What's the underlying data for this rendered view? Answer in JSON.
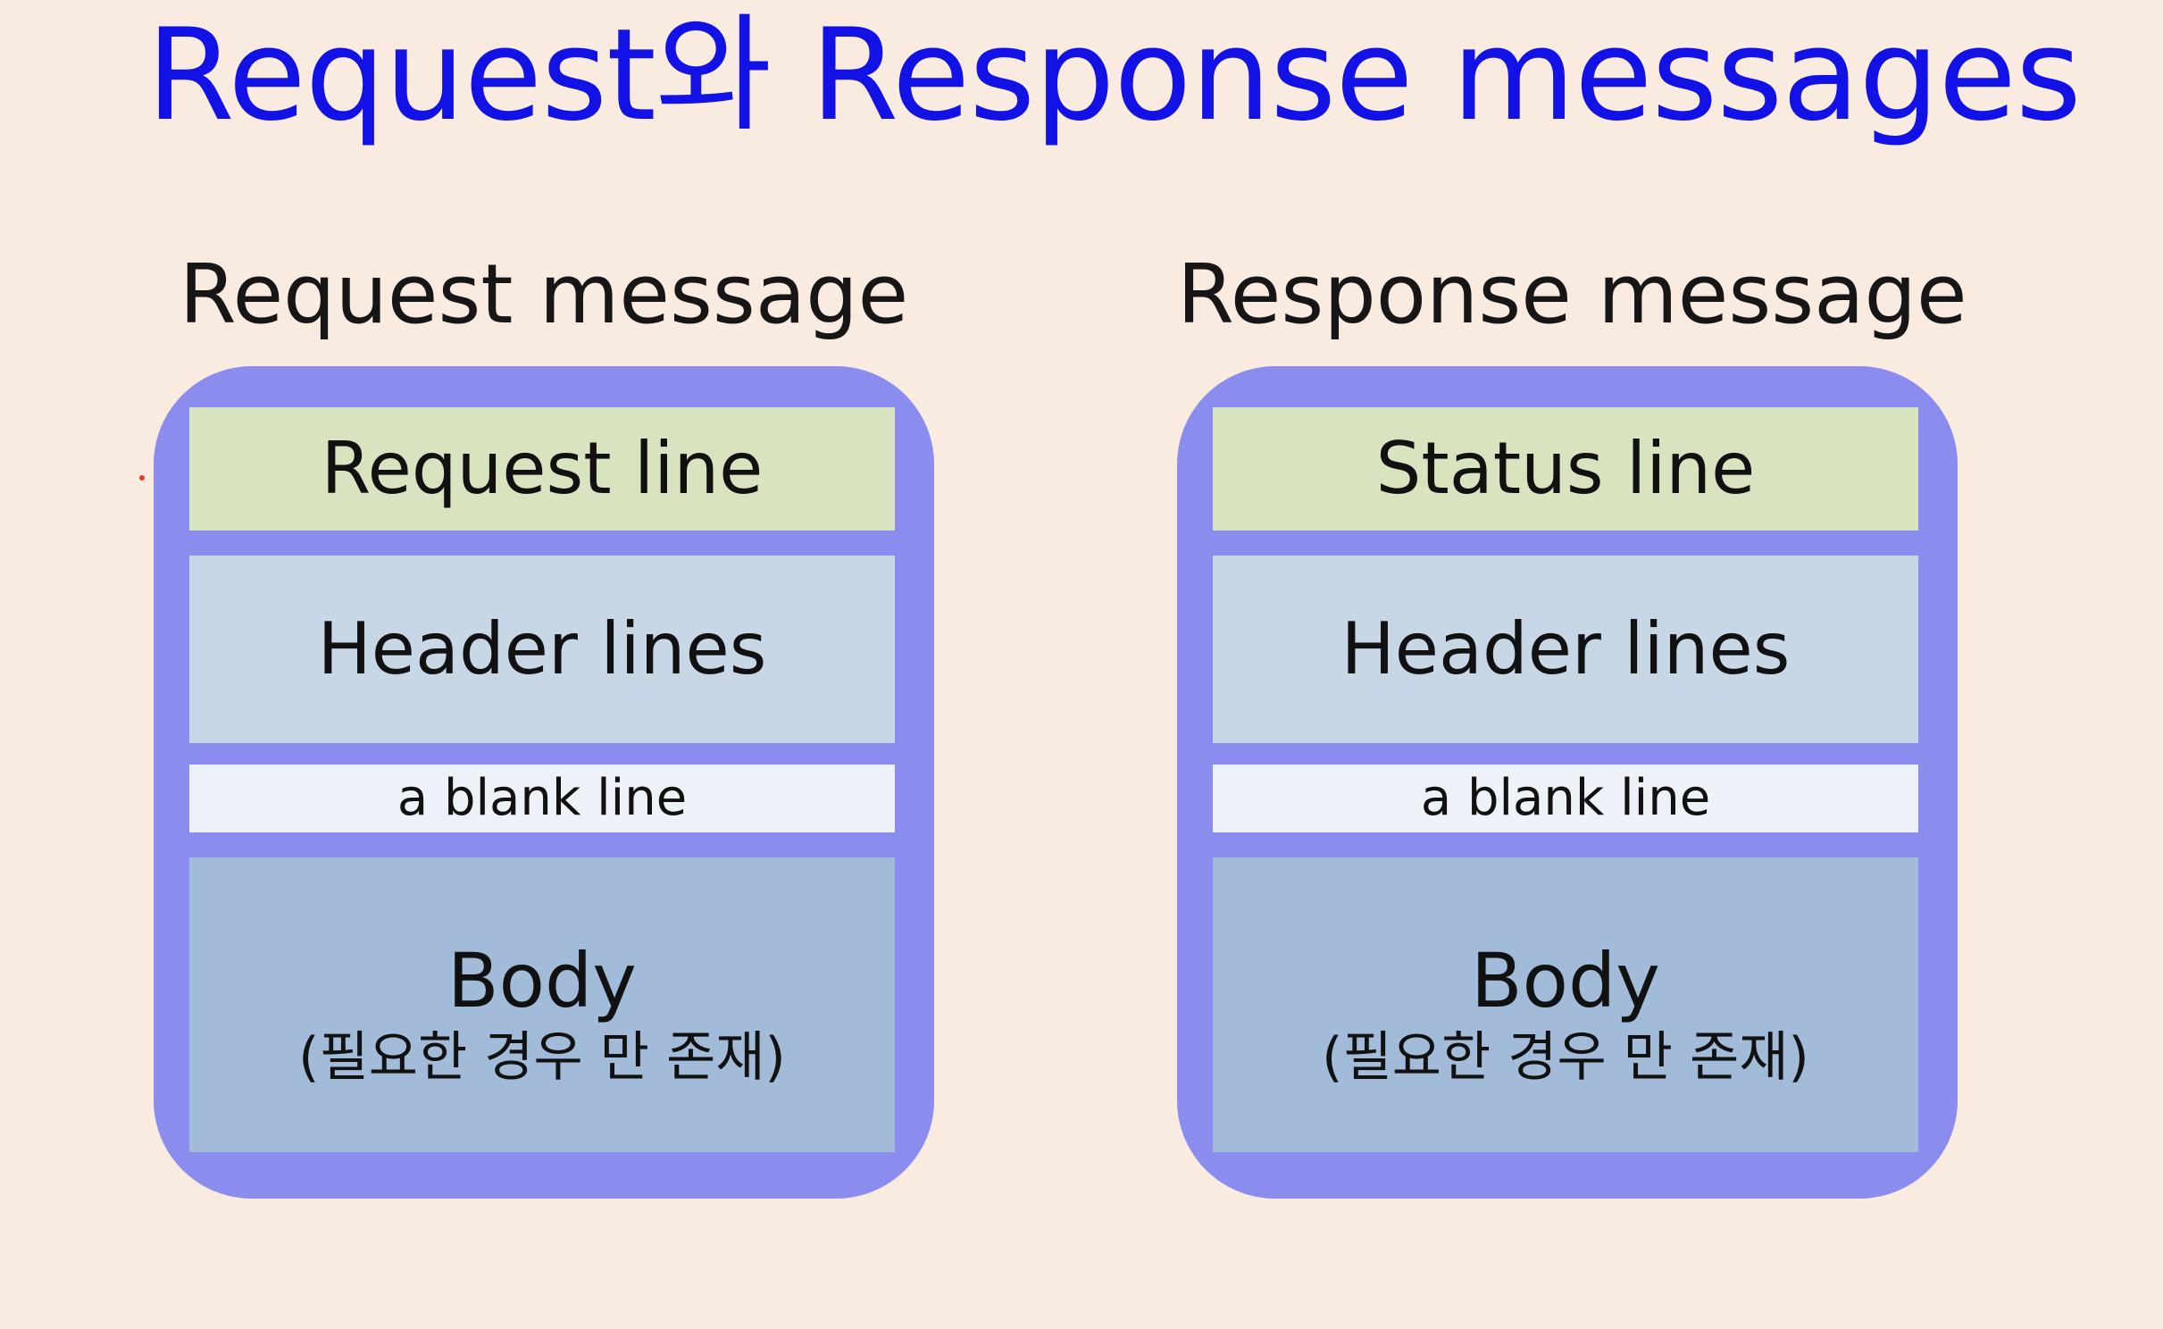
{
  "title": "Request와 Response messages",
  "request_message": {
    "heading": "Request message",
    "sections": {
      "start_line": "Request line",
      "header_lines": "Header lines",
      "blank_line": "a blank line",
      "body": "Body",
      "body_note": "(필요한 경우 만 존재)"
    }
  },
  "response_message": {
    "heading": "Response message",
    "sections": {
      "start_line": "Status line",
      "header_lines": "Header lines",
      "blank_line": "a blank line",
      "body": "Body",
      "body_note": "(필요한 경우 만 존재)"
    }
  },
  "colors": {
    "background": "#f9ebe0",
    "title": "#1212e6",
    "frame": "#8a8cee",
    "start_line": "#d7e4bf",
    "header_lines": "#c8d7e5",
    "blank_line": "#edf2f8",
    "body": "#a2bbd8"
  }
}
